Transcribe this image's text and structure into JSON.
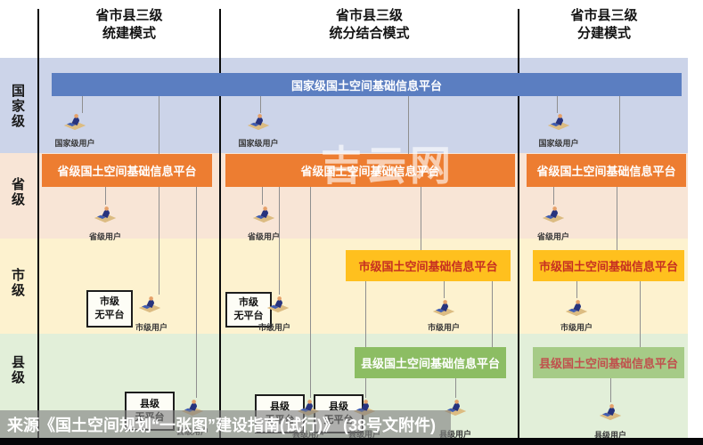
{
  "header": {
    "line1": "省市县三级",
    "modes": [
      "统建模式",
      "统分结合模式",
      "分建模式"
    ]
  },
  "row_labels": [
    "国家级",
    "省级",
    "市级",
    "县级"
  ],
  "platform_labels": {
    "national": "国家级国土空间基础信息平台",
    "provincial": "省级国土空间基础信息平台",
    "city": "市级国土空间基础信息平台",
    "county": "县级国土空间基础信息平台"
  },
  "user_labels": {
    "national": "国家级用户",
    "provincial": "省级用户",
    "city": "市级用户",
    "county": "县级用户"
  },
  "no_platform": {
    "city_line1": "市级",
    "city_line2": "无平台",
    "county_line1": "县级",
    "county_line2": "无平台"
  },
  "watermark": "吉云网",
  "caption": "来源《国土空间规划“一张图”建设指南(试行)》 (38号文附件)",
  "colors": {
    "national_banner": "#5b7ec1",
    "provincial_banner": "#ed7d31",
    "city_banner": "#ffc01e",
    "county_banner_solid": "#8cbd63",
    "county_banner_light": "#a6cb87",
    "band_national": "#ccd4e9",
    "band_provincial": "#f8e5d6",
    "band_city": "#fdf2cf",
    "band_county": "#e2efd9"
  }
}
